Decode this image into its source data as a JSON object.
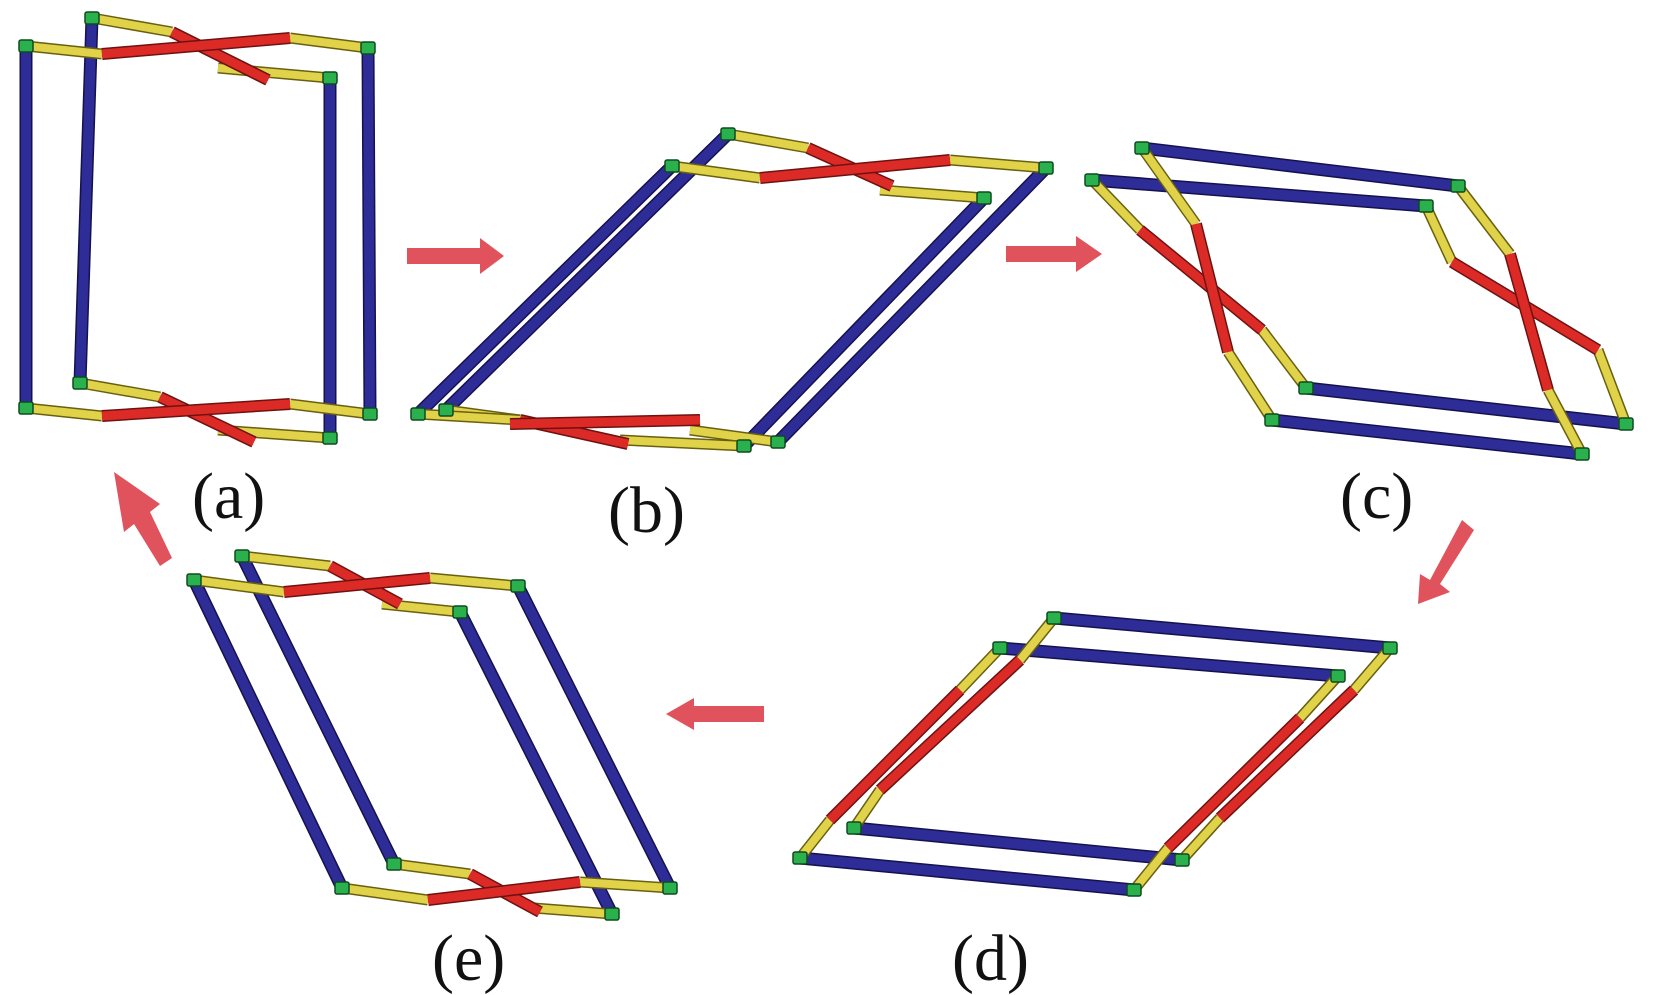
{
  "figure": {
    "panels": [
      {
        "id": "a",
        "label": "(a)"
      },
      {
        "id": "b",
        "label": "(b)"
      },
      {
        "id": "c",
        "label": "(c)"
      },
      {
        "id": "d",
        "label": "(d)"
      },
      {
        "id": "e",
        "label": "(e)"
      }
    ],
    "colors": {
      "frame_bar": "#2e2c96",
      "link_bar": "#e0d34a",
      "cross_bar": "#dc2a26",
      "joint": "#2bb04e",
      "arrow": "#e0525c"
    }
  }
}
